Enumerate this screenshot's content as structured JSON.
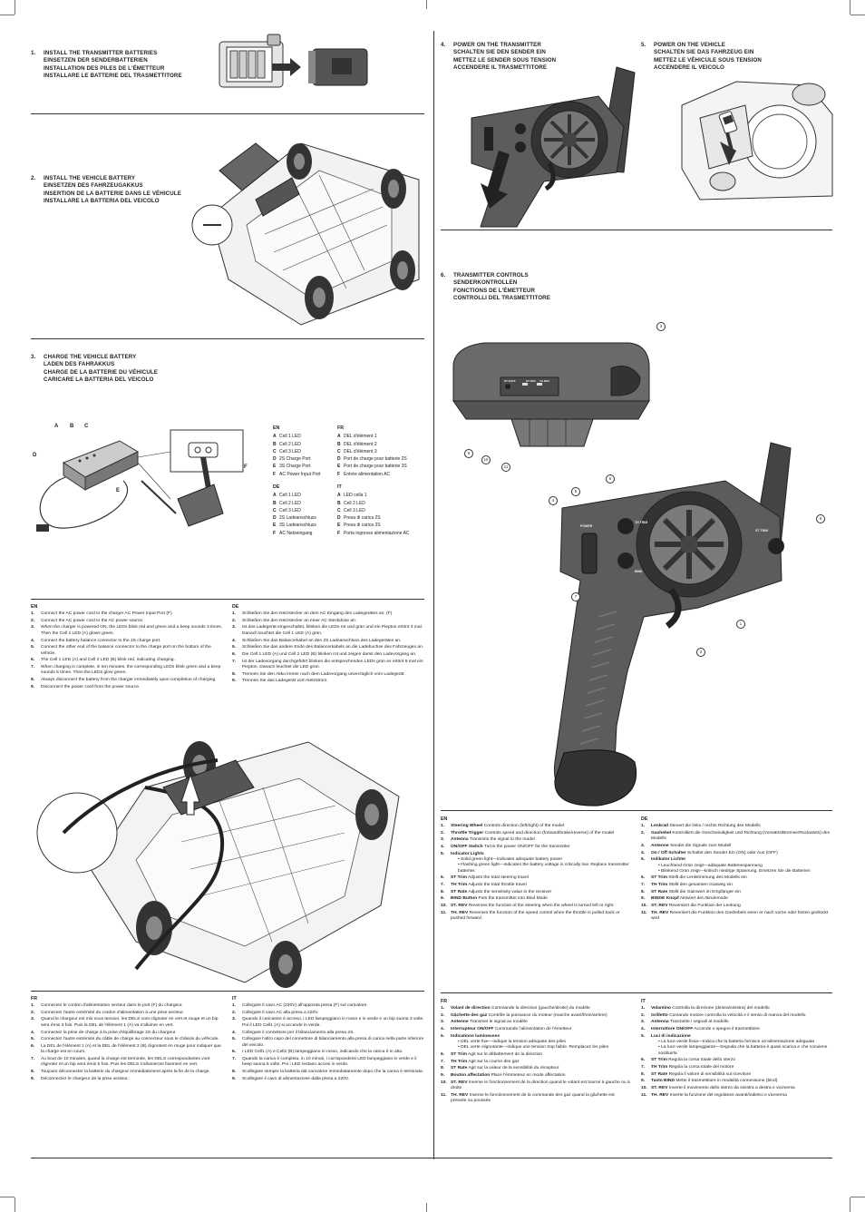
{
  "sections": {
    "s1": {
      "num": "1.",
      "lines": [
        "INSTALL THE TRANSMITTER BATTERIES",
        "EINSETZEN DER SENDERBATTERIEN",
        "INSTALLATION DES PILES DE L'ÉMETTEUR",
        "INSTALLARE LE BATTERIE DEL TRASMETTITORE"
      ]
    },
    "s2": {
      "num": "2.",
      "lines": [
        "INSTALL THE VEHICLE BATTERY",
        "EINSETZEN DES FAHRZEUGAKKUS",
        "INSERTION DE LA BATTERIE DANS LE VÉHICULE",
        "INSTALLARE LA BATTERIA DEL VEICOLO"
      ]
    },
    "s3": {
      "num": "3.",
      "lines": [
        "CHARGE THE VEHICLE BATTERY",
        "LADEN DES FAHRAKKUS",
        "CHARGE DE LA BATTERIE DU VÉHICULE",
        "CARICARE LA BATTERIA DEL VEICOLO"
      ]
    },
    "s4": {
      "num": "4.",
      "lines": [
        "POWER ON THE TRANSMITTER",
        "SCHALTEN SIE DEN SENDER EIN",
        "METTEZ LE SENDER SOUS TENSION",
        "ACCENDERE IL TRASMETTITORE"
      ]
    },
    "s5": {
      "num": "5.",
      "lines": [
        "POWER ON THE VEHICLE",
        "SCHALTEN SIE DAS FAHRZEUG EIN",
        "METTEZ LE VÉHICULE SOUS TENSION",
        "ACCENDERE IL VEICOLO"
      ]
    },
    "s6": {
      "num": "6.",
      "lines": [
        "TRANSMITTER CONTROLS",
        "SENDERKONTROLLEN",
        "FONCTIONS DE L'ÉMETTEUR",
        "CONTROLLI DEL TRASMETTITORE"
      ]
    }
  },
  "charger_labels": {
    "a": "A",
    "b": "B",
    "c": "C",
    "d": "D",
    "e": "E",
    "f": "F"
  },
  "legend": {
    "en": {
      "lang": "EN",
      "items": [
        [
          "A",
          "Cell 1 LED"
        ],
        [
          "B",
          "Cell 2 LED"
        ],
        [
          "C",
          "Cell 3 LED"
        ],
        [
          "D",
          "2S Charge Port"
        ],
        [
          "E",
          "3S Charge Port"
        ],
        [
          "F",
          "AC Power Input Port"
        ]
      ]
    },
    "fr": {
      "lang": "FR",
      "items": [
        [
          "A",
          "DEL d'élément 1"
        ],
        [
          "B",
          "DEL d'élément 2"
        ],
        [
          "C",
          "DEL d'élément 3"
        ],
        [
          "D",
          "Port de charge pour batterie 2S"
        ],
        [
          "E",
          "Port de charge pour batterie 3S"
        ],
        [
          "F",
          "Entrée alimentation AC"
        ]
      ]
    },
    "de": {
      "lang": "DE",
      "items": [
        [
          "A",
          "Cell 1 LED"
        ],
        [
          "B",
          "Cell 2 LED"
        ],
        [
          "C",
          "Cell 3 LED"
        ],
        [
          "D",
          "2S Ladeanschluss"
        ],
        [
          "E",
          "3S Ladeanschluss"
        ],
        [
          "F",
          "AC Netzeingang"
        ]
      ]
    },
    "it": {
      "lang": "IT",
      "items": [
        [
          "A",
          "LED cella 1"
        ],
        [
          "B",
          "Cell 2 LED"
        ],
        [
          "C",
          "Cell 3 LED"
        ],
        [
          "D",
          "Presa di carica 2S"
        ],
        [
          "E",
          "Presa di carica 3S"
        ],
        [
          "F",
          "Porta ingresso alimentazione AC"
        ]
      ]
    }
  },
  "charge_en": {
    "lang": "EN",
    "steps": [
      "Connect the AC power cord to the charger AC Power Input Port (F).",
      "Connect the AC power cord to the AC power source.",
      "When the charger is powered ON, the LEDs blink red and green and a beep sounds 3 times. Then the Cell 1 LED (A) glows green.",
      "Connect the battery balance connector to the 2S charge port.",
      "Connect the other end of the balance connector to the charge port on the bottom of the vehicle.",
      "The Cell 1 LED (A) and Cell 2 LED (B) blink red, indicating charging.",
      "When charging is complete, in ten minutes, the corresponding LEDs blink green and a beep sounds 5 times. Then the LEDs glow green.",
      "Always disconnect the battery from the charger immediately upon completion of charging.",
      "Disconnect the power cord from the power source."
    ]
  },
  "charge_de": {
    "lang": "DE",
    "steps": [
      "Schließen Sie den Netzstecker an dem AC Eingang des Ladegerätes an. (F)",
      "Schließen Sie den Netzstecker an einer AC Steckdose an.",
      "Ist das Ladegerät eingeschaltet, blinken die LEDs rot und grün und ein Piepton ertönt 3 mal. Danach leuchtet die Cell 1 LED (A) grün.",
      "Schließen Sie das Balancerkabel an den 2S Ladeanschluss des Ladegerätes an.",
      "Schließen Sie das andere Ende des Balancerkabels an die Ladebuchse des Fahrzeuges an.",
      "Die Cell 1 LED (A) und Cell 2 LED (B) blinken rot und zeigen damit den Ladevorgang an.",
      "Ist der Ladevorgang durchgeführt blinken die entsprechenden LEDs grün es ertönt 5 mal ein Piepton. Danach leuchtet die LED grün.",
      "Trennen Sie den Akku immer nach dem Ladevorgang unverzüglich vom Ladegerät.",
      "Trennen Sie das Ladegerät vom Netzstrom."
    ]
  },
  "charge_fr": {
    "lang": "FR",
    "steps": [
      "Connectez le cordon d'alimentation secteur dans le port (F) du chargeur.",
      "Connectez l'autre extrémité du cordon d'alimentation à une prise secteur.",
      "Quand le chargeur est mis sous tension, les DELS vont clignoter en vert et rouge et un bip sera émis 3 fois. Puis la DEL de l'élément 1 (A) va s'allumer en vert.",
      "Connectez la prise de charge à la prise d'équilibrage 2S du chargeur.",
      "Connectez l'autre extrémité du câble de charge au connecteur sous le châssis du véhicule.",
      "La DEL de l'élément 1 (A) et la DEL de l'élément 2 (B) clignotent en rouge pour indiquer que la charge est en cours.",
      "Au bout de 10 minutes, quand la charge est terminée, les DELS correspondantes vont clignoter et un bip sera émis 5 fois. Puis les DELS s'allumeront fixement en vert.",
      "Toujours déconnecter la batterie du chargeur immédiatement après la fin de la charge.",
      "Déconnectez le chargeur de la prise secteur."
    ]
  },
  "charge_it": {
    "lang": "IT",
    "steps": [
      "Collegare il cavo AC (220V) all'apposita presa (F) sul caricatore.",
      "Collegare il cavo AC alla presa a 220V.",
      "Quando il caricatore è acceso, i LED lampeggiano in rosso e in verde e un bip suona 3 volte. Poi il LED Cell1 (A) si accende in verde.",
      "Collegare il connettore per il bilanciamento alla presa 2S.",
      "Collegare l'altro capo del connettore di bilanciamento alla presa di carica nella parte inferiore del veicolo.",
      "I LED Cell1 (A) e Cell2 (B) lampeggiano in rosso, indicando che la carica è in atto.",
      "Quando la carica è completa, in 10 minuti, i corrispondenti LED lampeggiano in verde e il beep suona 5 volte. Poi i LED restano accesi in verde.",
      "Scollegare sempre la batteria dal caricatore immediatamente dopo che la carica è terminata.",
      "Scollegare il cavo di alimentazione dalla presa a 220V."
    ]
  },
  "ctrl_en": {
    "lang": "EN",
    "items": [
      {
        "t": "Steering Wheel",
        "d": "Controls direction (left/right) of the model"
      },
      {
        "t": "Throttle Trigger",
        "d": "Controls speed and direction (forward/brake/reverse) of the model"
      },
      {
        "t": "Antenna",
        "d": "Transmits the signal to the model"
      },
      {
        "t": "ON/OFF Switch",
        "d": "Turns the power ON/OFF for the transmitter"
      },
      {
        "t": "Indicator Lights",
        "d": "",
        "sub": [
          "Solid green light—indicates adequate battery power",
          "Flashing green light—indicates the battery voltage is critically low. Replace transmitter batteries"
        ]
      },
      {
        "t": "ST Trim",
        "d": "Adjusts the total steering travel"
      },
      {
        "t": "TH Trim",
        "d": "Adjusts the total throttle travel"
      },
      {
        "t": "ST Rate",
        "d": "Adjusts the sensitivity value in the receiver"
      },
      {
        "t": "BIND Button",
        "d": "Puts the transmitter into Bind Mode"
      },
      {
        "t": "ST. REV",
        "d": "Reverses the function of the steering when the wheel is turned left or right"
      },
      {
        "t": "TH. REV",
        "d": "Reverses the function of the speed control when the throttle is pulled back or pushed forward"
      }
    ]
  },
  "ctrl_de": {
    "lang": "DE",
    "items": [
      {
        "t": "Lenkrad",
        "d": "Steuert die links / rechts Richtung des Modells"
      },
      {
        "t": "Gashebel",
        "d": "Kontrolliert die Geschwindigkeit und Richtung (Vorwärts/Bremse/Rückwärts) des Modells"
      },
      {
        "t": "Antenne",
        "d": "Sendet die Signale zum Modell"
      },
      {
        "t": "On / Off Schalter",
        "d": "Schaltet den Sender Ein (ON) oder Aus (OFF)"
      },
      {
        "t": "Indikator Lichter",
        "d": "",
        "sub": [
          "Leuchtend Grün zeigt—adäquate Batteriespannung",
          "Blinkend Grün zeigt—kritisch niedrige Spannung. Ersetzen Sie die Batterien"
        ]
      },
      {
        "t": "ST Trim",
        "d": "Stellt die Lenktrimmung des Modells ein"
      },
      {
        "t": "TH Trim",
        "d": "Stellt den gesamten Gasweg ein"
      },
      {
        "t": "ST Rate",
        "d": "Stellt die Gainwert im Empfänger ein"
      },
      {
        "t": "BINDE Knopf",
        "d": "Aktiviert den Bindemode"
      },
      {
        "t": "ST. REV",
        "d": "Reversiert die Funktion der Lenkung"
      },
      {
        "t": "TH. REV",
        "d": "Reversiert die Funktion des Gashebels wenn er nach vorne oder hinten gedrückt wird"
      }
    ]
  },
  "ctrl_fr": {
    "lang": "FR",
    "items": [
      {
        "t": "Volant de direction",
        "d": "Commande la direction (gauche/droite) du modèle"
      },
      {
        "t": "Gâchette des gaz",
        "d": "Contrôle la puissance du moteur (marche avant/frein/arrière)"
      },
      {
        "t": "Antenne",
        "d": "Transmet le signal au modèle"
      },
      {
        "t": "Interrupteur ON/OFF",
        "d": "Commande l'alimentation de l'émetteur"
      },
      {
        "t": "Indications lumineuses",
        "d": "",
        "sub": [
          "DEL verte fixe—indique la tension adéquate des piles",
          "DEL verte clignotante—indique une tension trop faible. Remplacez les piles"
        ]
      },
      {
        "t": "ST Trim",
        "d": "Agit sur le débattement de la direction"
      },
      {
        "t": "TH Trim",
        "d": "Agit sur la course des gaz"
      },
      {
        "t": "ST Rate",
        "d": "Agit sur la valeur de la sensibilité du récepteur"
      },
      {
        "t": "Bouton affectation",
        "d": "Place l'émmeteur en mode affectation"
      },
      {
        "t": "ST. REV",
        "d": "Inverse le fonctionnement de la direction quand le volant est tourné à gauche ou à droite"
      },
      {
        "t": "TH. REV",
        "d": "Inverse le fonctionnement de la commande des gaz quand la gâchette est pressée ou poussée"
      }
    ]
  },
  "ctrl_it": {
    "lang": "IT",
    "items": [
      {
        "t": "Volantino",
        "d": "Controlla la direzione (destra/sinistra) del modello"
      },
      {
        "t": "Grilletto",
        "d": "Comando motore controlla la velocità e il senso di marcia del modello"
      },
      {
        "t": "Antenna",
        "d": "Trasmette i segnali al modello"
      },
      {
        "t": "Interruttore ON/OFF",
        "d": "Accende o spegne il trasmettitore"
      },
      {
        "t": "Luci di indicazione",
        "d": "",
        "sub": [
          "La luce verde fissa—Indica che la batteria fornisce un'alimentazione adeguata",
          "La luce verde lampeggiante—Segnala che la batteria è quasi scarica e che conviene sostituirla"
        ]
      },
      {
        "t": "ST Trim",
        "d": "Regola la corsa totale dello sterzo"
      },
      {
        "t": "TH Trim",
        "d": "Regola la corsa totale del motore"
      },
      {
        "t": "ST Rate",
        "d": "Regola il valore di sensibilità sul ricevitore"
      },
      {
        "t": "Tasto BIND",
        "d": "Mette il trasmettitore in modalità connessione (bind)"
      },
      {
        "t": "ST. REV",
        "d": "Inverte il movimento dello sterzo da sinistra a destra e viceversa"
      },
      {
        "t": "TH. REV",
        "d": "Inverte la funzione del regolatore avanti/indietro e viceversa"
      }
    ]
  },
  "tx_labels": {
    "st_rate": "ST RATE",
    "th_trim": "TH TRIM",
    "st_trim": "ST TRIM",
    "bind": "BIND",
    "st_rev": "ST REV",
    "th_rev": "TH REV",
    "power": "POWER"
  },
  "callouts": [
    "1",
    "2",
    "3",
    "4",
    "5",
    "6",
    "7",
    "8",
    "9",
    "10",
    "11"
  ]
}
